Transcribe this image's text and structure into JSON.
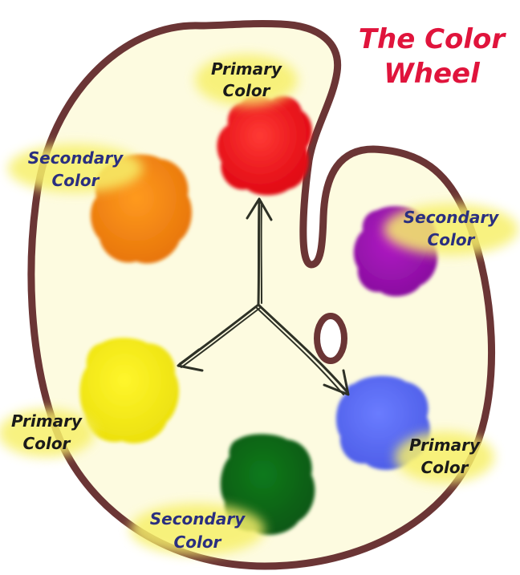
{
  "title": {
    "line1": "The Color",
    "line2": "Wheel"
  },
  "colors": {
    "title": "#e0143c",
    "palette_fill": "#fdfbe0",
    "palette_outline": "#6b3535",
    "label_primary": "#1a1a1a",
    "label_secondary": "#2a2f80",
    "glow": "#f7f06a",
    "arrow": "#2e3126"
  },
  "blobs": [
    {
      "id": "red",
      "role": "primary",
      "color": "#f5121c",
      "label_line1": "Primary",
      "label_line2": "Color"
    },
    {
      "id": "yellow",
      "role": "primary",
      "color": "#f2ea12",
      "label_line1": "Primary",
      "label_line2": "Color"
    },
    {
      "id": "blue",
      "role": "primary",
      "color": "#5d6ef0",
      "label_line1": "Primary",
      "label_line2": "Color"
    },
    {
      "id": "orange",
      "role": "secondary",
      "color": "#f4860e",
      "label_line1": "Secondary",
      "label_line2": "Color"
    },
    {
      "id": "purple",
      "role": "secondary",
      "color": "#9a12b0",
      "label_line1": "Secondary",
      "label_line2": "Color"
    },
    {
      "id": "green",
      "role": "secondary",
      "color": "#0a6a16",
      "label_line1": "Secondary",
      "label_line2": "Color"
    }
  ]
}
